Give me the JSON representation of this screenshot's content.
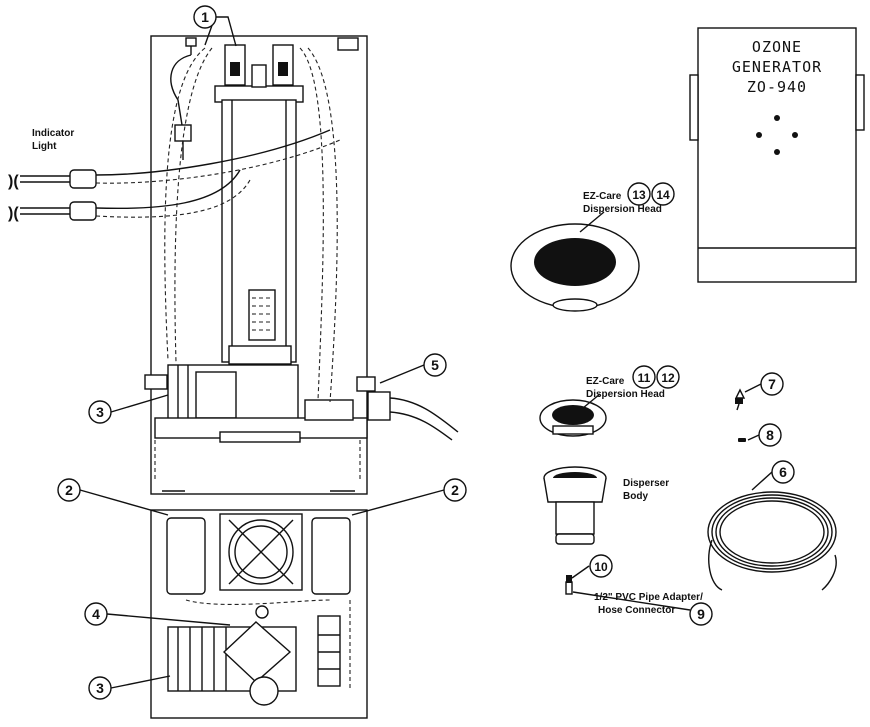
{
  "labels": {
    "indicator_light": [
      "Indicator",
      "Light"
    ],
    "ez_care_large": [
      "EZ-Care",
      "Dispersion Head"
    ],
    "ez_care_small": [
      "EZ-Care",
      "Dispersion Head"
    ],
    "disperser_body": [
      "Disperser",
      "Body"
    ],
    "pvc_adapter": [
      "1/2\" PVC Pipe Adapter/",
      "Hose Connector"
    ]
  },
  "generator_title": [
    "OZONE",
    "GENERATOR",
    "ZO-940"
  ],
  "callouts": [
    "1",
    "2",
    "2",
    "3",
    "3",
    "4",
    "5",
    "6",
    "7",
    "8",
    "9",
    "10",
    "11",
    "12",
    "13",
    "14"
  ]
}
